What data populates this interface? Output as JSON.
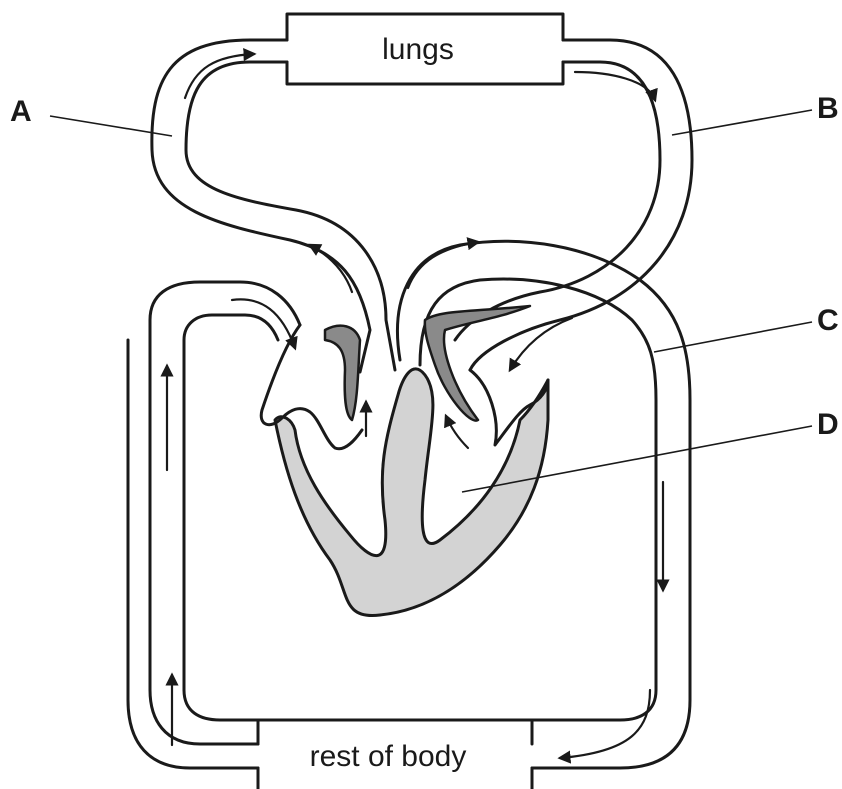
{
  "organs": {
    "lungs": "lungs",
    "body": "rest of body"
  },
  "labels": {
    "a": "A",
    "b": "B",
    "c": "C",
    "d": "D"
  }
}
